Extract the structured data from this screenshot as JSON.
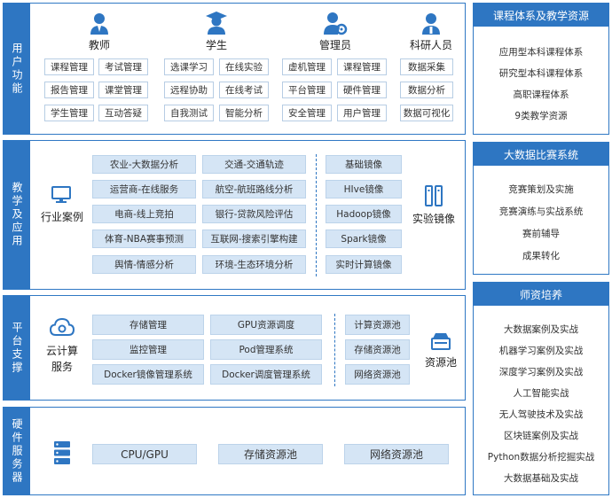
{
  "bands": {
    "user": "用户功能",
    "teaching": "教学及应用",
    "platform": "平台支撑",
    "hardware": "硬件服务器"
  },
  "user_roles": [
    {
      "title": "教师",
      "icon": "teacher-icon",
      "items": [
        "课程管理",
        "考试管理",
        "报告管理",
        "课堂管理",
        "学生管理",
        "互动答疑"
      ]
    },
    {
      "title": "学生",
      "icon": "student-icon",
      "items": [
        "选课学习",
        "在线实验",
        "远程协助",
        "在线考试",
        "自我测试",
        "智能分析"
      ]
    },
    {
      "title": "管理员",
      "icon": "admin-icon",
      "items": [
        "虚机管理",
        "课程管理",
        "平台管理",
        "硬件管理",
        "安全管理",
        "用户管理"
      ]
    },
    {
      "title": "科研人员",
      "icon": "researcher-icon",
      "items": [
        "数据采集",
        "数据分析",
        "数据可视化"
      ]
    }
  ],
  "teaching": {
    "case_label": "行业案例",
    "mirror_label": "实验镜像",
    "cases": [
      [
        "农业-大数据分析",
        "交通-交通轨迹"
      ],
      [
        "运营商-在线服务",
        "航空-航班路线分析"
      ],
      [
        "电商-线上竞拍",
        "银行-贷款风险评估"
      ],
      [
        "体育-NBA赛事预测",
        "互联网-搜索引擎构建"
      ],
      [
        "舆情-情感分析",
        "环境-生态环境分析"
      ]
    ],
    "mirrors": [
      "基础镜像",
      "HIve镜像",
      "Hadoop镜像",
      "Spark镜像",
      "实时计算镜像"
    ]
  },
  "platform": {
    "cloud_label_1": "云计算",
    "cloud_label_2": "服务",
    "pool_label": "资源池",
    "services": [
      [
        "存储管理",
        "GPU资源调度"
      ],
      [
        "监控管理",
        "Pod管理系统"
      ],
      [
        "Docker镜像管理系统",
        "Docker调度管理系统"
      ]
    ],
    "pools": [
      "计算资源池",
      "存储资源池",
      "网络资源池"
    ]
  },
  "hardware": {
    "items": [
      "CPU/GPU",
      "存储资源池",
      "网络资源池"
    ]
  },
  "panels": [
    {
      "title": "课程体系及教学资源",
      "items": [
        "应用型本科课程体系",
        "研究型本科课程体系",
        "高职课程体系",
        "9类教学资源"
      ]
    },
    {
      "title": "大数据比赛系统",
      "items": [
        "竞赛策划及实施",
        "竞赛演练与实战系统",
        "赛前辅导",
        "成果转化"
      ]
    },
    {
      "title": "师资培养",
      "items": [
        "大数据案例及实战",
        "机器学习案例及实战",
        "深度学习案例及实战",
        "人工智能实战",
        "无人驾驶技术及实战",
        "区块链案例及实战",
        "Python数据分析挖掘实战",
        "大数据基础及实战"
      ]
    }
  ],
  "colors": {
    "primary": "#2e76c2",
    "chip_fill": "#d5e5f5",
    "chip_border": "#b7cde4"
  }
}
